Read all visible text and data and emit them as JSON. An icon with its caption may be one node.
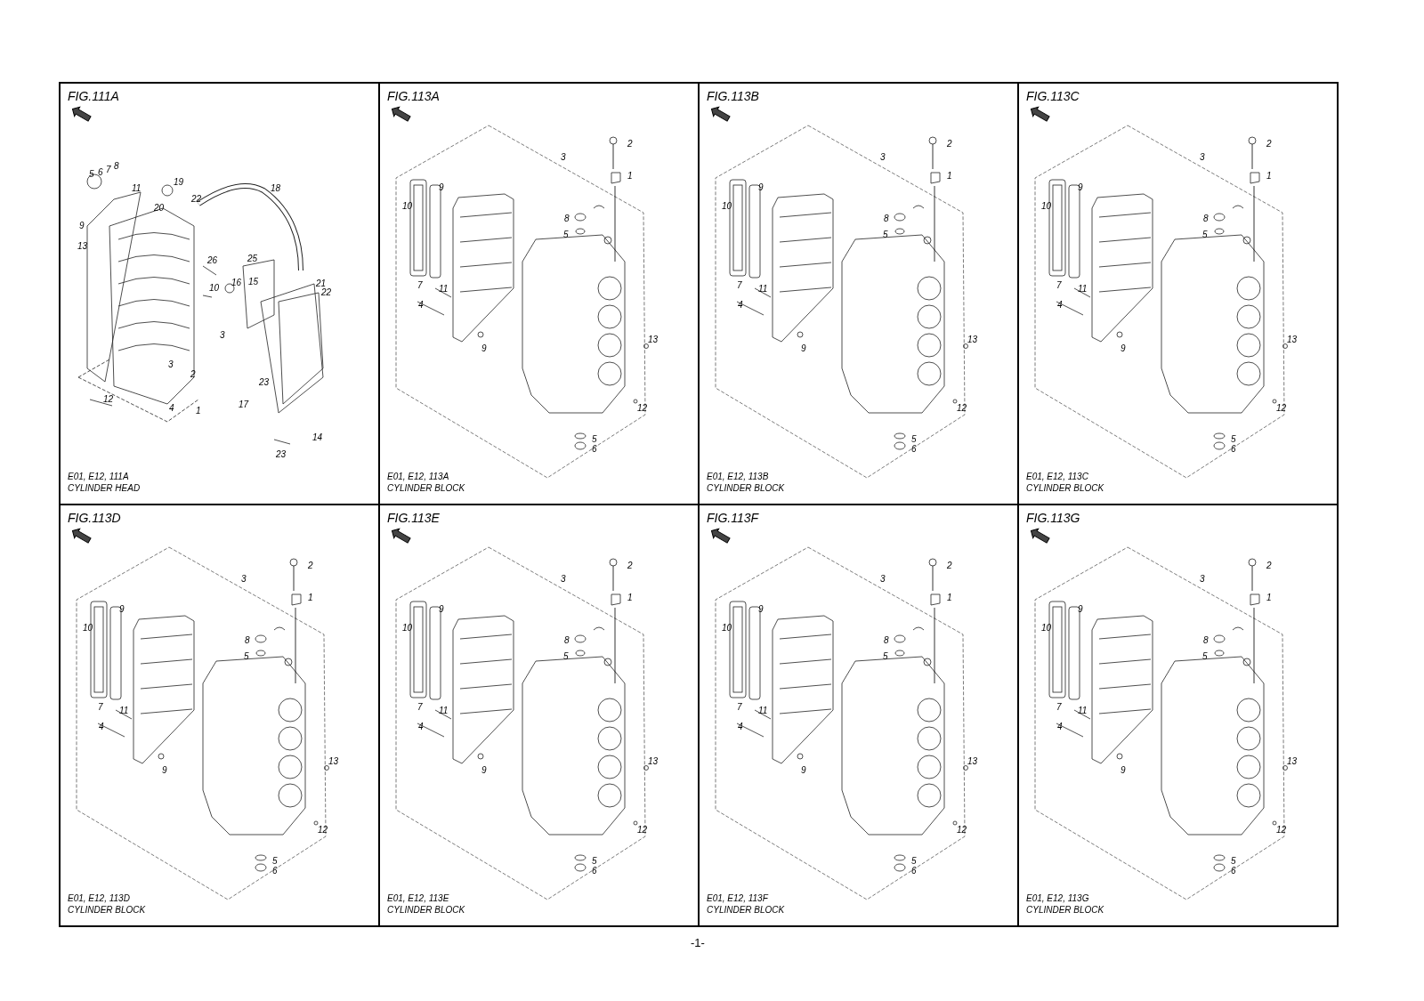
{
  "diagram": {
    "nodes": [
      {
        "text": [
          "FIG.111A",
          "E01, E12, 111A",
          "CYLINDER HEAD"
        ]
      },
      {
        "text": [
          "FIG.113A",
          "E01, E12, 113A",
          "CYLINDER BLOCK"
        ]
      },
      {
        "text": [
          "FIG.113B",
          "E01, E12, 113B",
          "CYLINDER BLOCK"
        ]
      },
      {
        "text": [
          "FIG.113C",
          "E01, E12, 113C",
          "CYLINDER BLOCK"
        ]
      },
      {
        "text": [
          "FIG.113D",
          "E01, E12, 113D",
          "CYLINDER BLOCK"
        ]
      },
      {
        "text": [
          "FIG.113E",
          "E01, E12, 113E",
          "CYLINDER BLOCK"
        ]
      },
      {
        "text": [
          "FIG.113F",
          "E01, E12, 113F",
          "CYLINDER BLOCK"
        ]
      },
      {
        "text": [
          "FIG.113G",
          "E01, E12, 113G",
          "CYLINDER BLOCK"
        ]
      }
    ],
    "edges": [],
    "labels": [
      "5",
      "6",
      "7",
      "8",
      "19",
      "11",
      "18",
      "22",
      "20",
      "9",
      "13",
      "26",
      "25",
      "10",
      "16",
      "15",
      "21",
      "22",
      "3",
      "3",
      "2",
      "23",
      "12",
      "4",
      "1",
      "17",
      "14",
      "23",
      "2",
      "3",
      "1",
      "9",
      "10",
      "8",
      "5",
      "7",
      "11",
      "4",
      "9",
      "13",
      "12",
      "5",
      "6",
      "2",
      "3",
      "1",
      "9",
      "10",
      "8",
      "5",
      "7",
      "11",
      "4",
      "9",
      "13",
      "12",
      "5",
      "6",
      "2",
      "3",
      "1",
      "9",
      "10",
      "8",
      "5",
      "7",
      "11",
      "4",
      "9",
      "13",
      "12",
      "5",
      "6",
      "2",
      "3",
      "1",
      "9",
      "10",
      "8",
      "5",
      "7",
      "11",
      "4",
      "9",
      "13",
      "12",
      "5",
      "6",
      "2",
      "3",
      "1",
      "9",
      "10",
      "8",
      "5",
      "7",
      "11",
      "4",
      "9",
      "13",
      "12",
      "5",
      "6",
      "2",
      "3",
      "1",
      "9",
      "10",
      "8",
      "5",
      "7",
      "11",
      "4",
      "9",
      "13",
      "12",
      "5",
      "6",
      "2",
      "3",
      "1",
      "9",
      "10",
      "8",
      "5",
      "7",
      "11",
      "4",
      "9",
      "13",
      "12",
      "5",
      "6",
      "-1-"
    ]
  }
}
